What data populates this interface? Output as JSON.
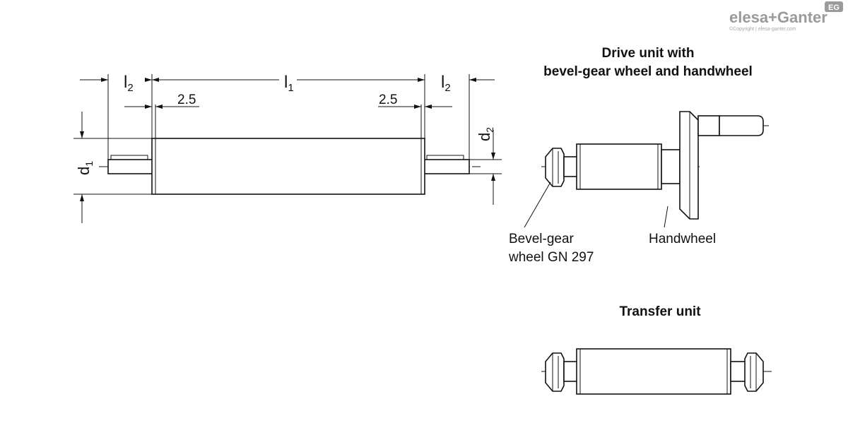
{
  "brand": {
    "logo": "elesa+Ganter",
    "copyright": "©Copyright | elesa-ganter.com",
    "badge": "EG"
  },
  "dimensions": {
    "l1": {
      "main": "l",
      "sub": "1"
    },
    "l2_left": {
      "main": "l",
      "sub": "2"
    },
    "l2_right": {
      "main": "l",
      "sub": "2"
    },
    "d1": {
      "main": "d",
      "sub": "1"
    },
    "d2": {
      "main": "d",
      "sub": "2"
    },
    "chamfer_left": "2.5",
    "chamfer_right": "2.5"
  },
  "drive_unit": {
    "title_line1": "Drive unit with",
    "title_line2": "bevel-gear wheel and handwheel",
    "label_gear_line1": "Bevel-gear",
    "label_gear_line2": "wheel GN 297",
    "label_handwheel": "Handwheel"
  },
  "transfer_unit": {
    "title": "Transfer unit"
  },
  "colors": {
    "line": "#111111",
    "logo": "#9a9a9a",
    "background": "#ffffff"
  }
}
